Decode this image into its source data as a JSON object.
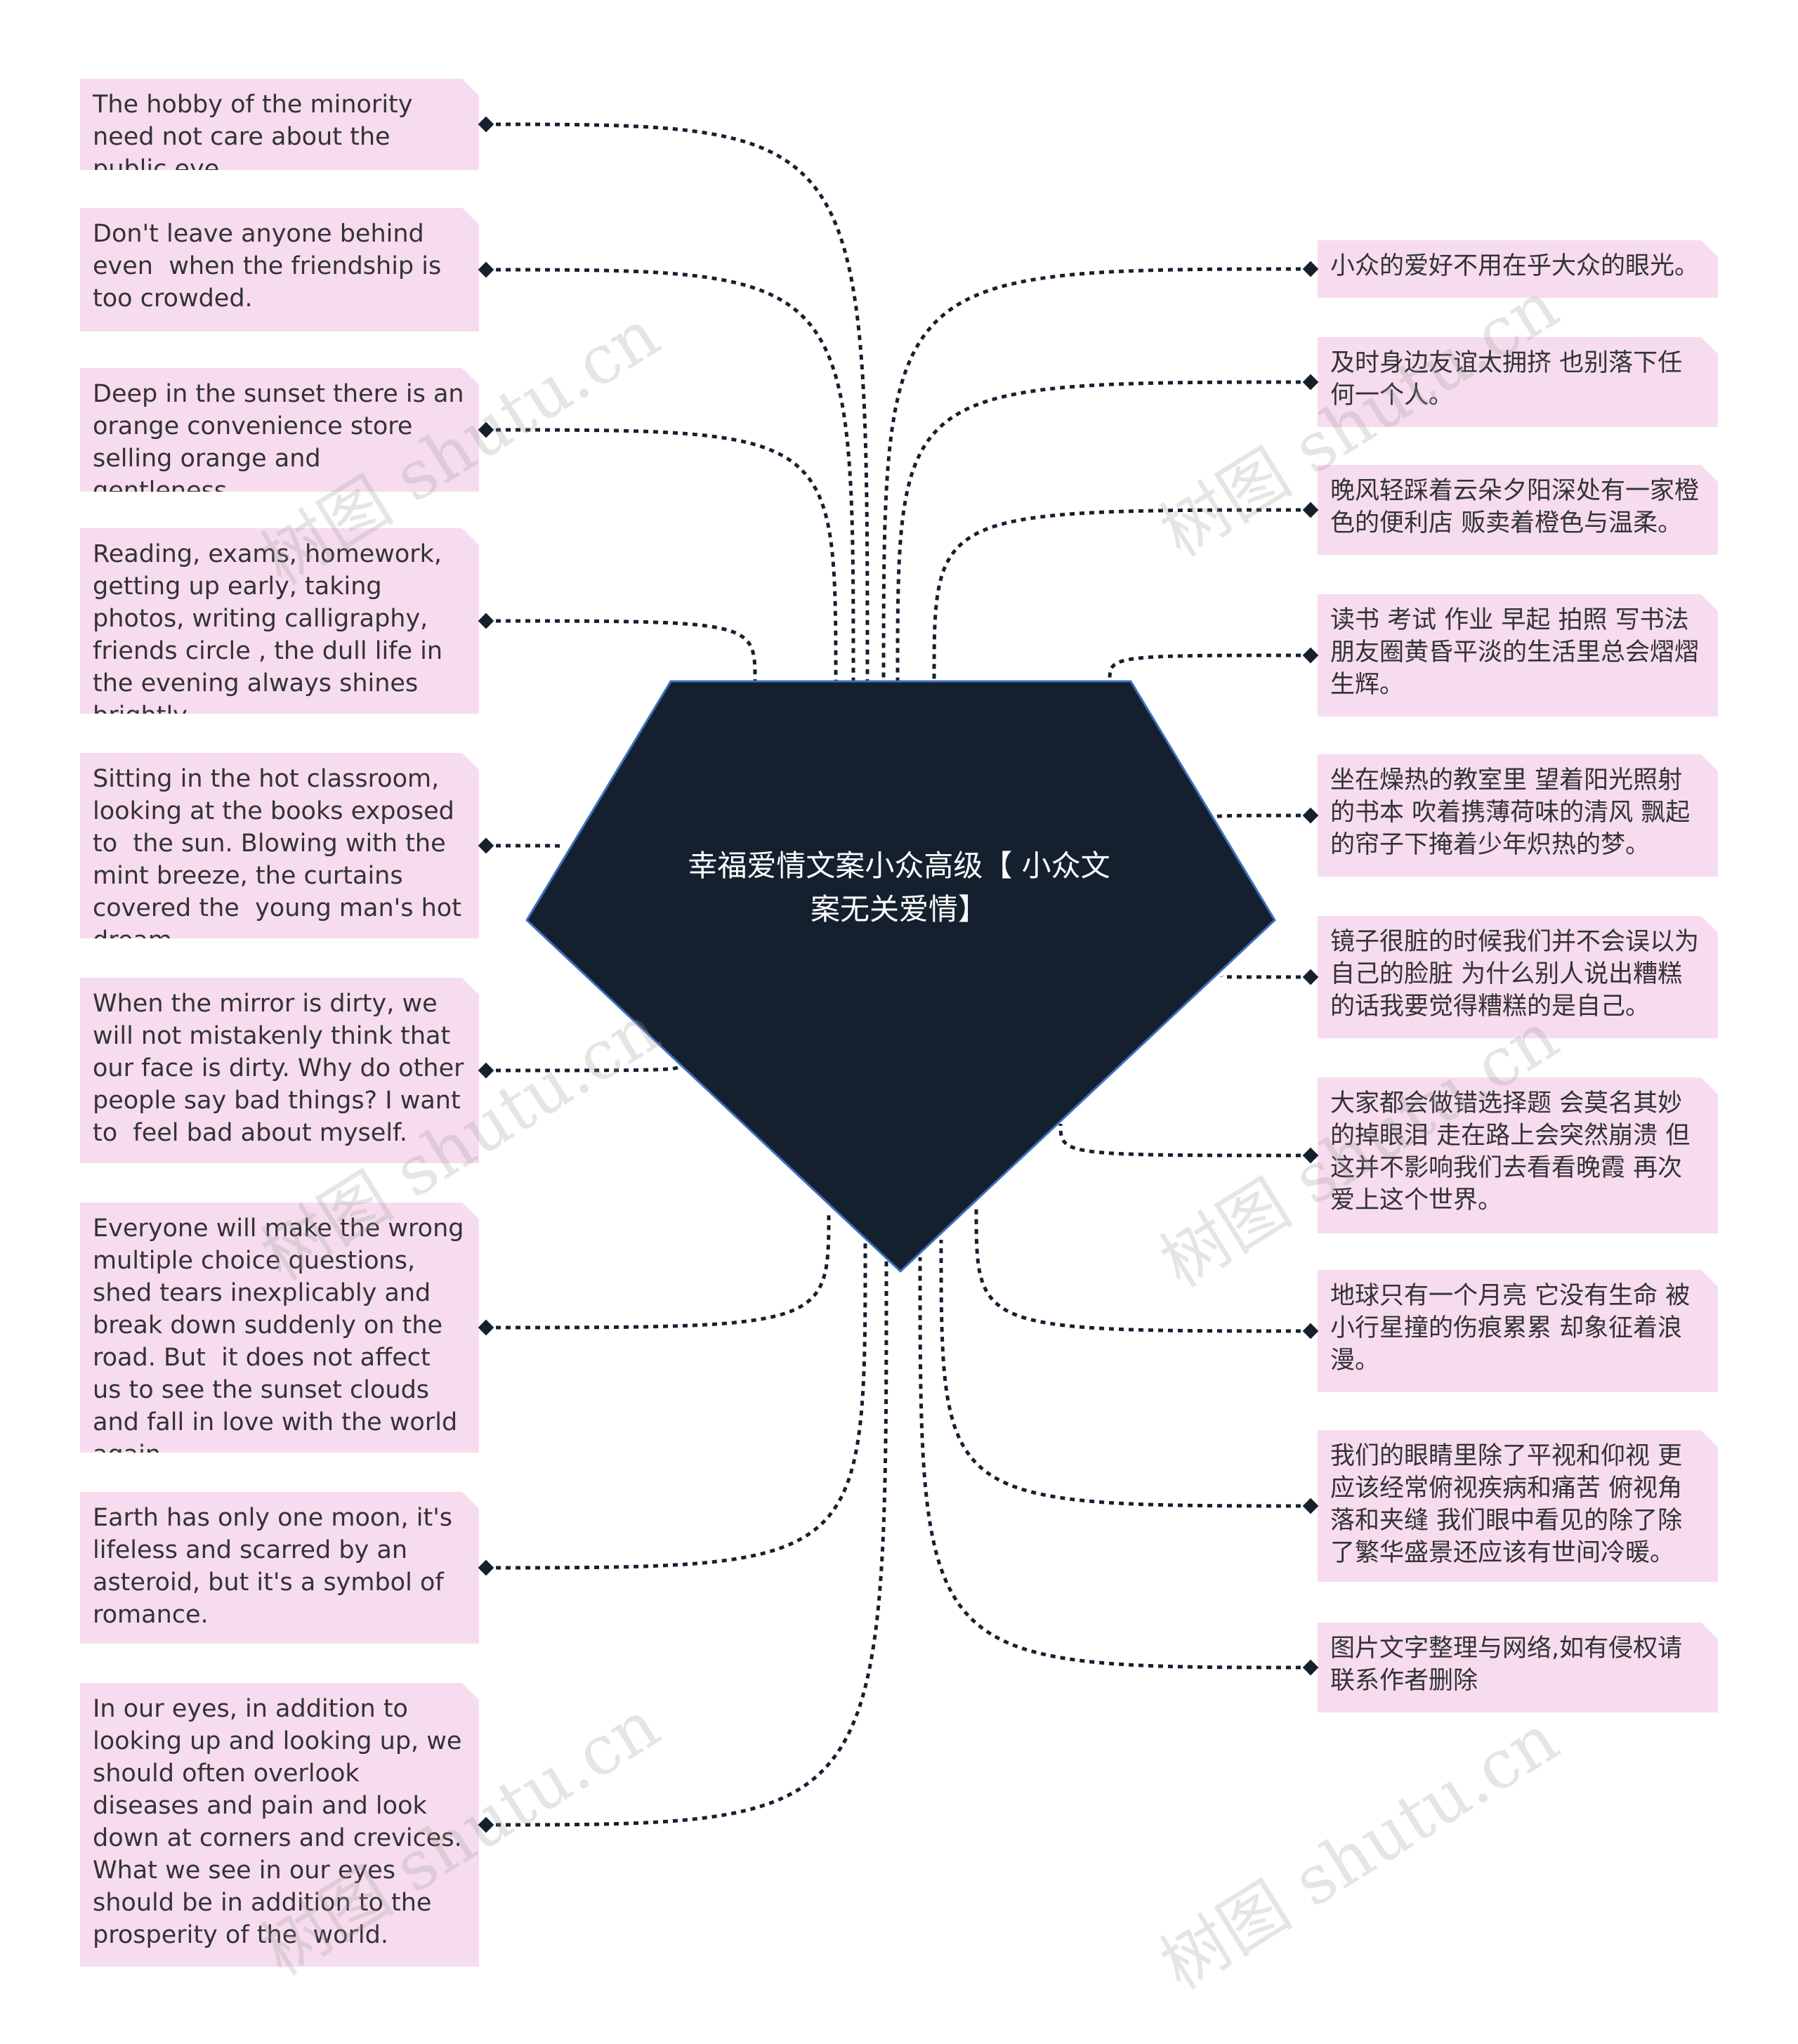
{
  "center": {
    "title": "幸福爱情文案小众高级【\n小众文案无关爱情】"
  },
  "left_nodes": [
    "The hobby of the minority need not care about the public eye.",
    "Don't leave anyone behind even  when the friendship is too crowded.",
    "Deep in the sunset there is an orange convenience store selling orange and gentleness.",
    "Reading, exams, homework, getting up early, taking photos, writing calligraphy, friends circle , the dull life in the evening always shines brightly.",
    "Sitting in the hot classroom, looking at the books exposed to  the sun. Blowing with the mint breeze, the curtains covered the  young man's hot dream.",
    "When the mirror is dirty, we will not mistakenly think that our face is dirty. Why do other people say bad things? I want to  feel bad about myself.",
    "Everyone will make the wrong multiple choice questions, shed tears inexplicably and break down suddenly on the road. But  it does not affect us to see the sunset clouds and fall in love with the world again.",
    "Earth has only one moon, it's lifeless and scarred by an asteroid, but it's a symbol of romance.",
    "In our eyes, in addition to looking up and looking up, we should often overlook diseases and pain and look down at corners and crevices. What we see in our eyes should be in addition to the prosperity of the  world."
  ],
  "right_nodes": [
    "小众的爱好不用在乎大众的眼光。",
    "及时身边友谊太拥挤 也别落下任何一个人。",
    "晚风轻踩着云朵夕阳深处有一家橙色的便利店 贩卖着橙色与温柔。",
    "读书 考试 作业 早起 拍照 写书法 朋友圈黄昏平淡的生活里总会熠熠生辉。",
    "坐在燥热的教室里 望着阳光照射的书本 吹着携薄荷味的清风 飘起的帘子下掩着少年炽热的梦。",
    "镜子很脏的时候我们并不会误以为自己的脸脏 为什么别人说出糟糕的话我要觉得糟糕的是自己。",
    "大家都会做错选择题 会莫名其妙的掉眼泪 走在路上会突然崩溃 但这并不影响我们去看看晚霞 再次爱上这个世界。",
    "地球只有一个月亮 它没有生命 被小行星撞的伤痕累累 却象征着浪漫。",
    "我们的眼睛里除了平视和仰视 更应该经常俯视疾病和痛苦 俯视角落和夹缝 我们眼中看见的除了除了繁华盛景还应该有世间冷暖。",
    "图片文字整理与网络,如有侵权请联系作者删除"
  ],
  "watermark": "树图 shutu.cn",
  "colors": {
    "center_fill": "#15202f",
    "center_stroke": "#3e6fc0",
    "node_fill": "#f6dcee",
    "link": "#15202f",
    "text": "#333333"
  }
}
